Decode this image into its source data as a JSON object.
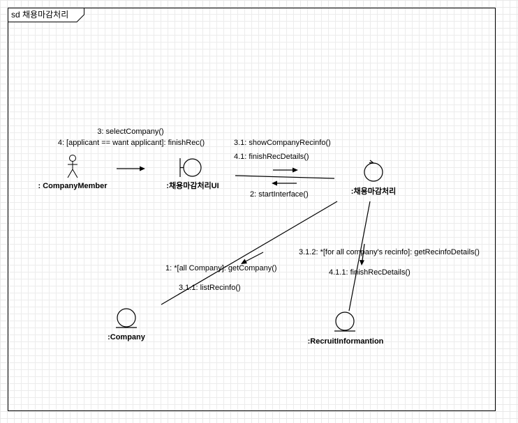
{
  "frame": {
    "label": "sd 채용마감처리"
  },
  "objects": {
    "actor": ": CompanyMember",
    "boundary": ":채용마감처리UI",
    "control": ":채용마감처리",
    "company": ":Company",
    "recruit": ":RecruitInformantion"
  },
  "messages": {
    "select_company": "3: selectCompany()",
    "finish_rec": "4: [applicant == want applicant]: finishRec()",
    "show_recinfo": "3.1: showCompanyRecinfo()",
    "finish_rec_details": "4.1: finishRecDetails()",
    "start_interface": "2: startInterface()",
    "get_company": "1: *[all Company]: getCompany()",
    "list_recinfo": "3.1.1: listRecinfo()",
    "get_recinfo_details": "3.1.2: *[for all company's recinfo]: getRecinfoDetails()",
    "finish_rec_details_2": "4.1.1: finishRecDetails()"
  }
}
